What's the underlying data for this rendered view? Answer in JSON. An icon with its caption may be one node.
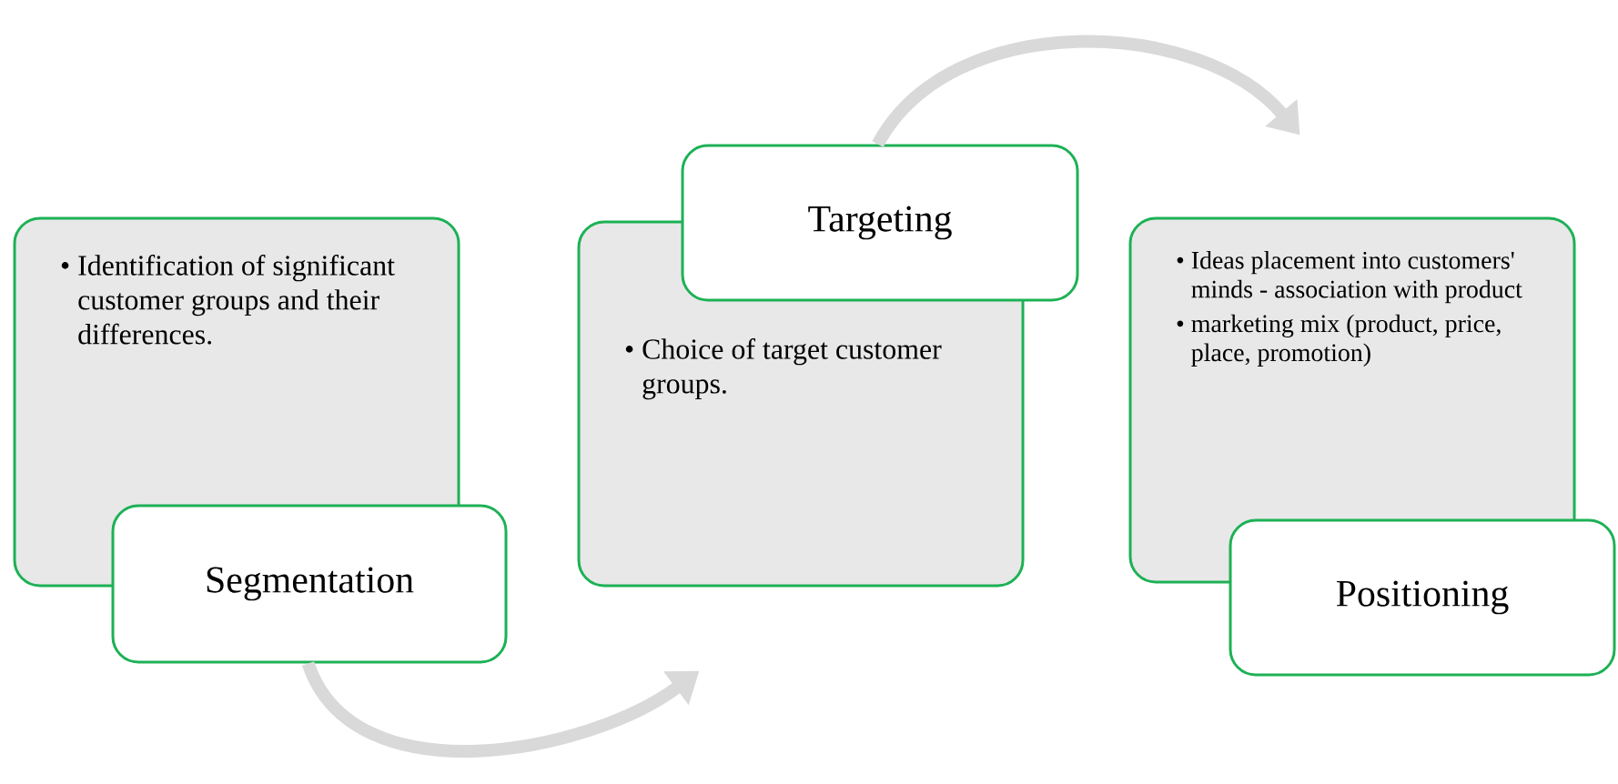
{
  "diagram": {
    "nodes": [
      {
        "text": [
          "• Identification of significant customer groups and their differences."
        ]
      },
      {
        "text": [
          "Segmentation"
        ]
      },
      {
        "text": [
          "• Choice of target customer groups."
        ]
      },
      {
        "text": [
          "Targeting"
        ]
      },
      {
        "text": [
          "• Ideas placement into customers' minds - association with product",
          "• marketing mix (product, price, place, promotion)"
        ]
      },
      {
        "text": [
          "Positioning"
        ]
      }
    ],
    "edges": [
      {
        "from": 1,
        "to": 2,
        "arrow": "to"
      },
      {
        "from": 3,
        "to": 4,
        "arrow": "to"
      }
    ]
  }
}
